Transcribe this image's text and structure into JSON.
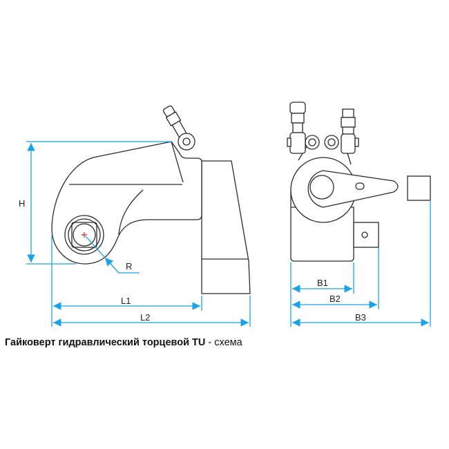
{
  "diagram": {
    "side_view": {
      "labels": {
        "height": "H",
        "radius": "R",
        "length1": "L1",
        "length2": "L2"
      }
    },
    "front_view": {
      "labels": {
        "width1": "B1",
        "width2": "B2",
        "width3": "B3"
      }
    },
    "colors": {
      "dimension": "#1aa3e8",
      "outline": "#2a2a2a",
      "center_mark": "#e02020"
    }
  },
  "caption": {
    "title": "Гайковерт гидравлический торцевой TU",
    "suffix": " - схема"
  }
}
